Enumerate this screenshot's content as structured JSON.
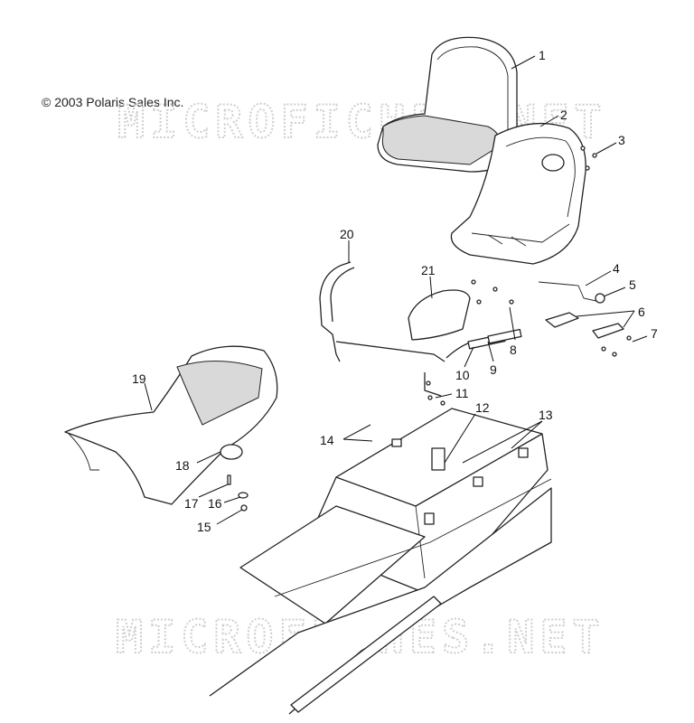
{
  "copyright": "© 2003 Polaris Sales Inc.",
  "watermark": "MICROFICHES.NET",
  "callouts": [
    "1",
    "2",
    "3",
    "4",
    "5",
    "6",
    "7",
    "8",
    "9",
    "10",
    "11",
    "12",
    "13",
    "14",
    "15",
    "16",
    "17",
    "18",
    "19",
    "20",
    "21"
  ],
  "colors": {
    "line": "#222222",
    "watermark": "#cfcfcf",
    "background": "#ffffff"
  }
}
